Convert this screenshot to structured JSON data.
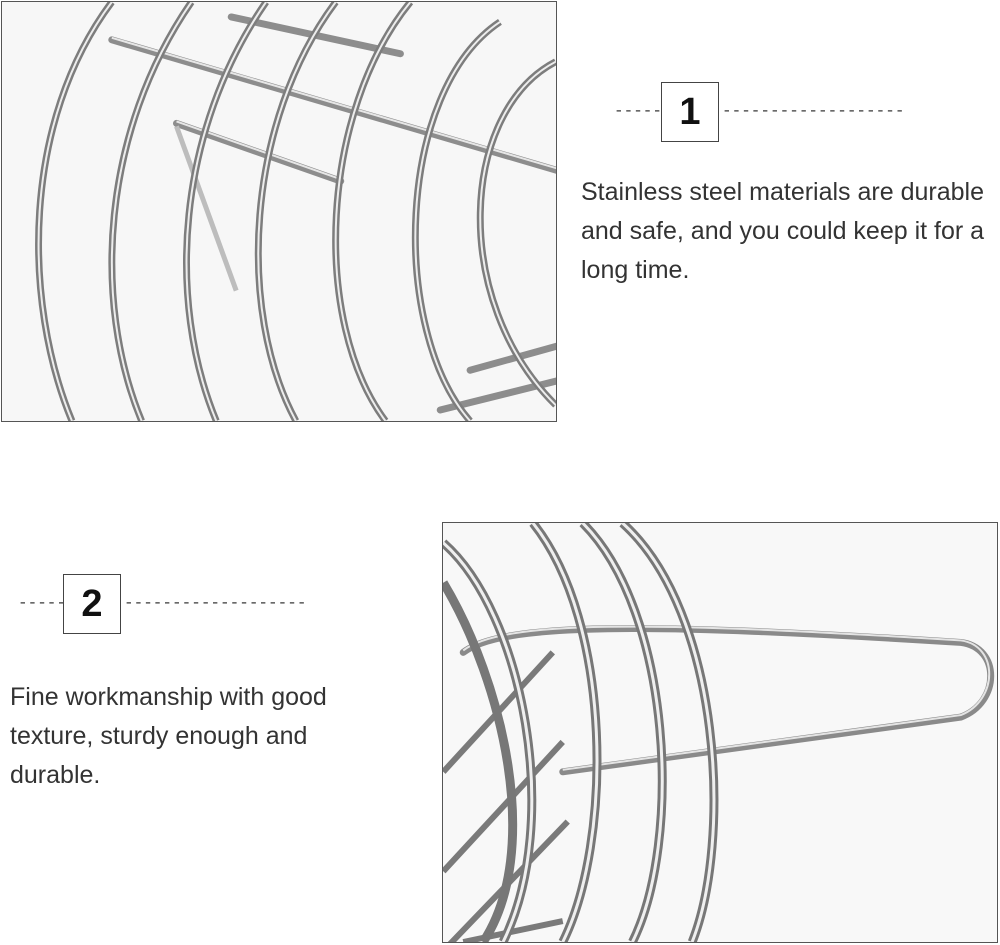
{
  "features": [
    {
      "number": "1",
      "dash_left": "-----",
      "dash_right": "-------------------",
      "description": "Stainless steel materials are durable and safe, and you could keep it for a long time."
    },
    {
      "number": "2",
      "dash_left": "-----",
      "dash_right": "-------------------",
      "description": "Fine workmanship with good texture, sturdy enough and durable."
    }
  ],
  "photos": [
    {
      "subject": "stainless steel wire rack close-up (concentric arcs)"
    },
    {
      "subject": "stainless steel wire rack close-up (handle and arcs)"
    }
  ],
  "colors": {
    "steel_light": "#dcdcdc",
    "steel_dark": "#6e6e6e",
    "frame": "#555555",
    "text": "#333333"
  }
}
